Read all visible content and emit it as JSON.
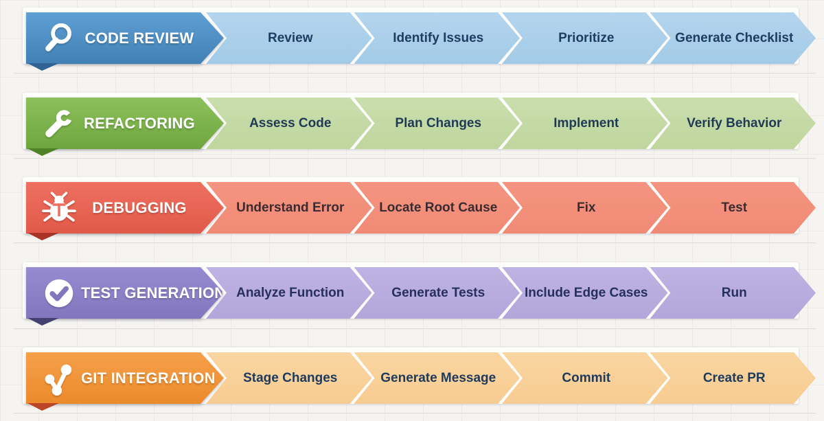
{
  "page": {
    "background": "#f6f4f1",
    "grid_line_color": "#dfcdd3",
    "divider_color": "#d6d4d0"
  },
  "workflows": [
    {
      "title": "CODE REVIEW",
      "icon": "magnifier-icon",
      "steps": [
        "Review",
        "Identify Issues",
        "Prioritize",
        "Generate Checklist"
      ],
      "colors": {
        "header_top": "#5f9fd3",
        "header_bottom": "#4180b4",
        "fold": "#2e6394",
        "step_top": "#b4d5ee",
        "step_bottom": "#a2cae6",
        "step_text": "#1d3d62",
        "title_text": "#ffffff"
      }
    },
    {
      "title": "REFACTORING",
      "icon": "wrench-icon",
      "steps": [
        "Assess Code",
        "Plan Changes",
        "Implement",
        "Verify Behavior"
      ],
      "colors": {
        "header_top": "#8cc05c",
        "header_bottom": "#6ea63e",
        "fold": "#4d8226",
        "step_top": "#c9dead",
        "step_bottom": "#bfd69e",
        "step_text": "#1e3a55",
        "title_text": "#ffffff"
      }
    },
    {
      "title": "DEBUGGING",
      "icon": "bug-icon",
      "steps": [
        "Understand Error",
        "Locate Root Cause",
        "Fix",
        "Test"
      ],
      "colors": {
        "header_top": "#ee7061",
        "header_bottom": "#e15948",
        "fold": "#a83326",
        "step_top": "#f49480",
        "step_bottom": "#f08a76",
        "step_text": "#3a2b31",
        "title_text": "#ffffff"
      }
    },
    {
      "title": "TEST GENERATION",
      "icon": "check-circle-icon",
      "steps": [
        "Analyze Function",
        "Generate Tests",
        "Include Edge Cases",
        "Run"
      ],
      "colors": {
        "header_top": "#968bd0",
        "header_bottom": "#8276be",
        "fold": "#44406f",
        "step_top": "#beb3e2",
        "step_bottom": "#b2a6da",
        "step_text": "#262f5e",
        "title_text": "#ffffff"
      }
    },
    {
      "title": "GIT INTEGRATION",
      "icon": "git-branch-icon",
      "steps": [
        "Stage Changes",
        "Generate Message",
        "Commit",
        "Create PR"
      ],
      "colors": {
        "header_top": "#f5a04a",
        "header_bottom": "#ec8a2b",
        "fold": "#bb4527",
        "step_top": "#fad5a0",
        "step_bottom": "#f7cc92",
        "step_text": "#1d3a5c",
        "title_text": "#ffffff"
      }
    }
  ]
}
